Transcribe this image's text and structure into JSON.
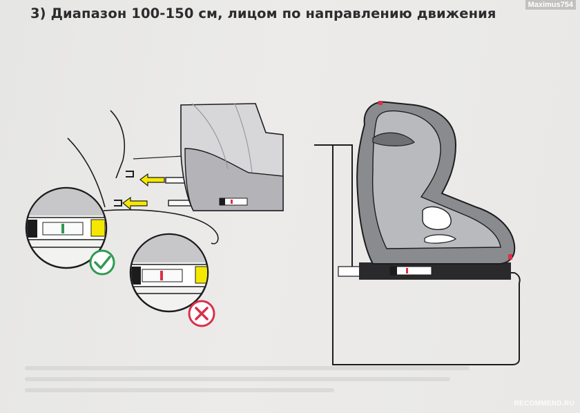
{
  "heading": "3) Диапазон 100-150 см, лицом по направлению движения",
  "watermark": {
    "username": "Maximus754",
    "site": "RECOMMEND.RU"
  },
  "indicators": {
    "correct": {
      "icon": "check-icon",
      "color": "#2e9a52"
    },
    "incorrect": {
      "icon": "cross-icon",
      "color": "#d9304a"
    }
  },
  "colors": {
    "accent_yellow": "#f5e800",
    "seat_gray": "#8a8b8f",
    "outline": "#1c1c1e"
  }
}
